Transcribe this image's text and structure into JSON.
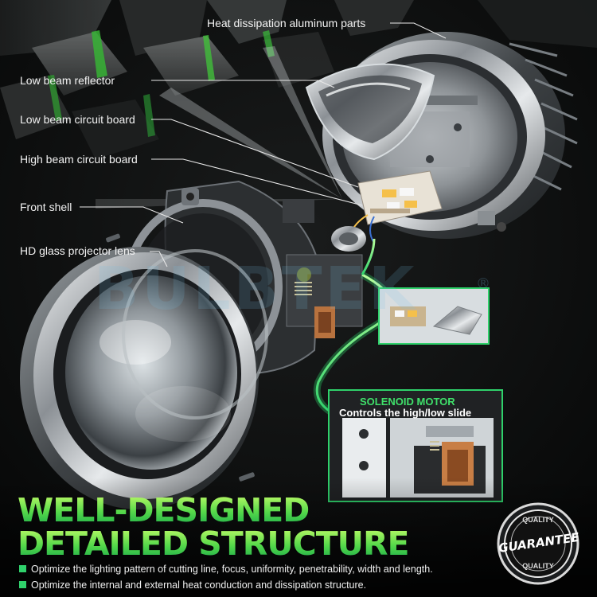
{
  "labels": {
    "heat": "Heat dissipation aluminum parts",
    "low_reflector": "Low beam reflector",
    "low_board": "Low beam circuit board",
    "high_board": "High beam circuit board",
    "front_shell": "Front shell",
    "lens": "HD glass projector lens"
  },
  "watermark": "BULBTEK",
  "watermark_mark": "®",
  "inset": {
    "title": "SOLENOID MOTOR",
    "subtitle": "Controls the high/low slide"
  },
  "headline": {
    "line1": "WELL-DESIGNED",
    "line2": "DETAILED STRUCTURE"
  },
  "bullets": [
    "Optimize the lighting pattern of cutting line, focus, uniformity, penetrability, width and length.",
    "Optimize the internal and external heat conduction and dissipation structure."
  ],
  "badge": {
    "top": "QUALITY",
    "main": "GUARANTEE",
    "bottom": "QUALITY"
  },
  "colors": {
    "accent_green": "#2fd16b",
    "background": "#0b0c0c",
    "label_text": "#f2f2f2"
  }
}
